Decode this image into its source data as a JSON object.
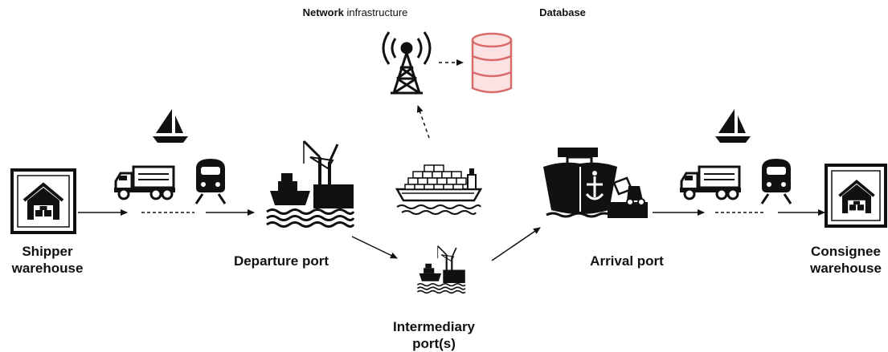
{
  "header": {
    "network_bold": "Network",
    "network_rest": " infrastructure",
    "database": "Database"
  },
  "labels": {
    "shipper_line1": "Shipper",
    "shipper_line2": "warehouse",
    "departure": "Departure port",
    "intermediary_line1": "Intermediary",
    "intermediary_line2": "port(s)",
    "arrival": "Arrival port",
    "consignee_line1": "Consignee",
    "consignee_line2": "warehouse"
  },
  "icons": {
    "tower": "radio-tower-icon",
    "database": "database-icon",
    "sailboat": "sailboat-icon",
    "truck": "truck-icon",
    "train": "train-icon",
    "warehouse": "warehouse-icon",
    "port": "port-crane-ship-icon",
    "container_ship": "container-ship-icon",
    "cargo_ship": "cargo-ship-icon"
  },
  "colors": {
    "database_stroke": "#d96a6a",
    "database_fill": "#fbe3e3",
    "ink": "#111111"
  }
}
